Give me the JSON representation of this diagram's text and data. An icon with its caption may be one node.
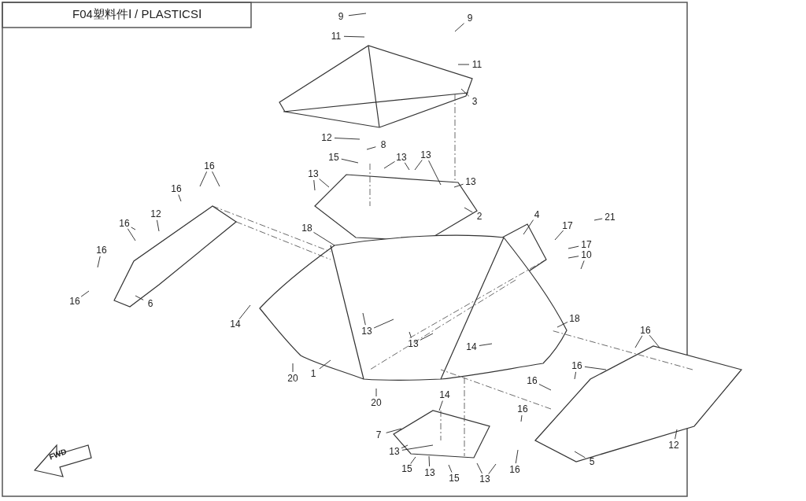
{
  "diagram": {
    "title": "F04塑料件Ⅰ / PLASTICSⅠ",
    "nodes": [
      {
        "text": [
          "9"
        ]
      },
      {
        "text": [
          "9"
        ]
      },
      {
        "text": [
          "11"
        ]
      },
      {
        "text": [
          "11"
        ]
      },
      {
        "text": [
          "3"
        ]
      },
      {
        "text": [
          "12"
        ]
      },
      {
        "text": [
          "8"
        ]
      },
      {
        "text": [
          "15"
        ]
      },
      {
        "text": [
          "13"
        ]
      },
      {
        "text": [
          "13"
        ]
      },
      {
        "text": [
          "13"
        ]
      },
      {
        "text": [
          "13"
        ]
      },
      {
        "text": [
          "16"
        ]
      },
      {
        "text": [
          "16"
        ]
      },
      {
        "text": [
          "12"
        ]
      },
      {
        "text": [
          "2"
        ]
      },
      {
        "text": [
          "4"
        ]
      },
      {
        "text": [
          "21"
        ]
      },
      {
        "text": [
          "17"
        ]
      },
      {
        "text": [
          "16"
        ]
      },
      {
        "text": [
          "18"
        ]
      },
      {
        "text": [
          "17"
        ]
      },
      {
        "text": [
          "16"
        ]
      },
      {
        "text": [
          "10"
        ]
      },
      {
        "text": [
          "16"
        ]
      },
      {
        "text": [
          "6"
        ]
      },
      {
        "text": [
          "18"
        ]
      },
      {
        "text": [
          "14"
        ]
      },
      {
        "text": [
          "16"
        ]
      },
      {
        "text": [
          "13"
        ]
      },
      {
        "text": [
          "13"
        ]
      },
      {
        "text": [
          "14"
        ]
      },
      {
        "text": [
          "16"
        ]
      },
      {
        "text": [
          "20"
        ]
      },
      {
        "text": [
          "1"
        ]
      },
      {
        "text": [
          "16"
        ]
      },
      {
        "text": [
          "14"
        ]
      },
      {
        "text": [
          "20"
        ]
      },
      {
        "text": [
          "16"
        ]
      },
      {
        "text": [
          "7"
        ]
      },
      {
        "text": [
          "12"
        ]
      },
      {
        "text": [
          "13"
        ]
      },
      {
        "text": [
          "16"
        ]
      },
      {
        "text": [
          "5"
        ]
      },
      {
        "text": [
          "15"
        ]
      },
      {
        "text": [
          "13"
        ]
      },
      {
        "text": [
          "15"
        ]
      },
      {
        "text": [
          "13"
        ]
      }
    ],
    "edges": [
      {
        "from": 0,
        "to": null,
        "arrow": "none"
      },
      {
        "from": 1,
        "to": null,
        "arrow": "none"
      },
      {
        "from": 2,
        "to": null,
        "arrow": "none"
      },
      {
        "from": 3,
        "to": null,
        "arrow": "none"
      },
      {
        "from": 4,
        "to": null,
        "arrow": "none"
      },
      {
        "from": 5,
        "to": null,
        "arrow": "none"
      },
      {
        "from": 6,
        "to": null,
        "arrow": "none"
      },
      {
        "from": 7,
        "to": null,
        "arrow": "none"
      },
      {
        "from": 8,
        "to": null,
        "arrow": "none"
      },
      {
        "from": 9,
        "to": null,
        "arrow": "none"
      },
      {
        "from": 10,
        "to": null,
        "arrow": "none"
      },
      {
        "from": 11,
        "to": null,
        "arrow": "none"
      },
      {
        "from": 12,
        "to": null,
        "arrow": "none"
      },
      {
        "from": 13,
        "to": null,
        "arrow": "none"
      },
      {
        "from": 14,
        "to": null,
        "arrow": "none"
      },
      {
        "from": 15,
        "to": null,
        "arrow": "none"
      },
      {
        "from": 16,
        "to": null,
        "arrow": "none"
      },
      {
        "from": 17,
        "to": null,
        "arrow": "none"
      },
      {
        "from": 18,
        "to": null,
        "arrow": "none"
      },
      {
        "from": 19,
        "to": null,
        "arrow": "none"
      },
      {
        "from": 20,
        "to": null,
        "arrow": "none"
      },
      {
        "from": 21,
        "to": null,
        "arrow": "none"
      },
      {
        "from": 22,
        "to": null,
        "arrow": "none"
      },
      {
        "from": 23,
        "to": null,
        "arrow": "none"
      },
      {
        "from": 24,
        "to": null,
        "arrow": "none"
      },
      {
        "from": 25,
        "to": null,
        "arrow": "none"
      },
      {
        "from": 26,
        "to": null,
        "arrow": "none"
      },
      {
        "from": 27,
        "to": null,
        "arrow": "none"
      },
      {
        "from": 28,
        "to": null,
        "arrow": "none"
      },
      {
        "from": 29,
        "to": null,
        "arrow": "none"
      },
      {
        "from": 30,
        "to": null,
        "arrow": "none"
      },
      {
        "from": 31,
        "to": null,
        "arrow": "none"
      },
      {
        "from": 32,
        "to": null,
        "arrow": "none"
      },
      {
        "from": 33,
        "to": null,
        "arrow": "none"
      },
      {
        "from": 34,
        "to": null,
        "arrow": "none"
      },
      {
        "from": 35,
        "to": null,
        "arrow": "none"
      },
      {
        "from": 36,
        "to": null,
        "arrow": "none"
      },
      {
        "from": 37,
        "to": null,
        "arrow": "none"
      },
      {
        "from": 38,
        "to": null,
        "arrow": "none"
      },
      {
        "from": 39,
        "to": null,
        "arrow": "none"
      },
      {
        "from": 40,
        "to": null,
        "arrow": "none"
      },
      {
        "from": 41,
        "to": null,
        "arrow": "none"
      },
      {
        "from": 42,
        "to": null,
        "arrow": "none"
      },
      {
        "from": 43,
        "to": null,
        "arrow": "none"
      },
      {
        "from": 44,
        "to": null,
        "arrow": "none"
      },
      {
        "from": 45,
        "to": null,
        "arrow": "none"
      },
      {
        "from": 46,
        "to": null,
        "arrow": "none"
      },
      {
        "from": 47,
        "to": null,
        "arrow": "none"
      }
    ],
    "labels": [
      "FWD"
    ]
  }
}
